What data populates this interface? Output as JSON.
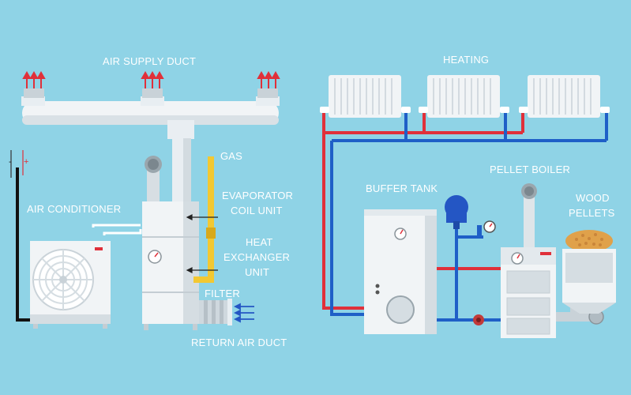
{
  "colors": {
    "background": "#8fd3e6",
    "unit_white": "#f1f4f6",
    "unit_shade": "#d3dbe0",
    "hot_pipe": "#e0303a",
    "cold_pipe": "#1f5fc7",
    "gas_pipe": "#f2c832",
    "pellets": "#e0a14a",
    "expansion_tank": "#2456c4"
  },
  "labels": {
    "air_supply_duct": "AIR SUPPLY DUCT",
    "heating": "HEATING",
    "gas": "GAS",
    "evaporator_line1": "EVAPORATOR",
    "evaporator_line2": "COIL UNIT",
    "heat_exchanger_line1": "HEAT",
    "heat_exchanger_line2": "EXCHANGER",
    "heat_exchanger_line3": "UNIT",
    "filter": "FILTER",
    "return_air_duct": "RETURN AIR DUCT",
    "air_conditioner": "AIR CONDITIONER",
    "buffer_tank": "BUFFER TANK",
    "pellet_boiler": "PELLET BOILER",
    "wood_line1": "WOOD",
    "wood_line2": "PELLETS",
    "minus_sign": "-",
    "plus_sign": "+"
  },
  "icons": {
    "supply_arrows": "triple-up-arrow-icon",
    "return_arrows": "triple-left-arrow-icon",
    "gauge": "pressure-gauge-icon",
    "fan": "fan-icon",
    "pump": "circulation-pump-icon",
    "valve": "valve-icon"
  }
}
